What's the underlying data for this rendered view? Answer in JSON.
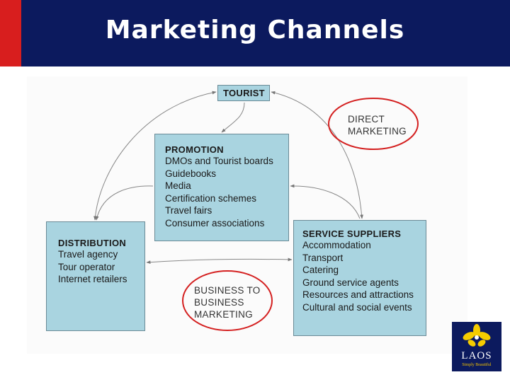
{
  "header": {
    "title": "Marketing Channels"
  },
  "diagram": {
    "tourist": {
      "title": "TOURIST"
    },
    "promotion": {
      "title": "PROMOTION",
      "items": [
        "DMOs and Tourist boards",
        "Guidebooks",
        "Media",
        "Certification schemes",
        "Travel fairs",
        "Consumer associations"
      ]
    },
    "distribution": {
      "title": "DISTRIBUTION",
      "items": [
        "Travel agency",
        "Tour operator",
        "Internet retailers"
      ]
    },
    "service_suppliers": {
      "title": "SERVICE SUPPLIERS",
      "items": [
        "Accommodation",
        "Transport",
        "Catering",
        "Ground service agents",
        "Resources and attractions",
        "Cultural and social events"
      ]
    },
    "direct_marketing": {
      "lines": [
        "DIRECT",
        "MARKETING"
      ]
    },
    "b2b_marketing": {
      "lines": [
        "BUSINESS TO",
        "BUSINESS",
        "MARKETING"
      ]
    }
  },
  "logo": {
    "text": "LAOS",
    "tagline": "Simply Beautiful"
  },
  "colors": {
    "header": "#0c1a5e",
    "accent": "#d81e1e",
    "box_fill": "#a9d4e0",
    "circle": "#d42020"
  }
}
